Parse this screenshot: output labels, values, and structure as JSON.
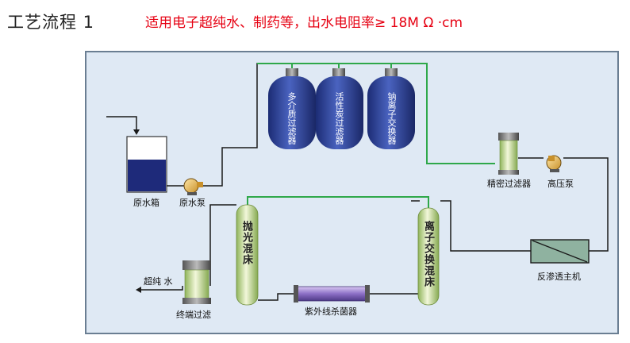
{
  "header": {
    "title": "工艺流程 1",
    "subtitle": "适用电子超纯水、制药等，出水电阻率≥ 18M Ω ·cm"
  },
  "equipment": {
    "raw_tank": "原水箱",
    "raw_pump": "原水泵",
    "multimedia_filter": "多介质过滤器",
    "carbon_filter": "活性炭过滤器",
    "softener": "钠离子交换器",
    "precision_filter": "精密过滤器",
    "hp_pump": "高压泵",
    "ro_unit": "反渗透主机",
    "ion_exchange_mixed_bed": "离子交换混床",
    "uv_sterilizer": "紫外线杀菌器",
    "polishing_mixed_bed": "抛光混床",
    "final_filter": "终端过滤",
    "ultrapure_water": "超纯 水"
  },
  "colors": {
    "panel_bg": "#dfe9f4",
    "pipe_green": "#2fa84a",
    "pipe_dark": "#1a1a1a",
    "vessel_blue": "#2b3f96",
    "subtitle_red": "#e60012"
  }
}
